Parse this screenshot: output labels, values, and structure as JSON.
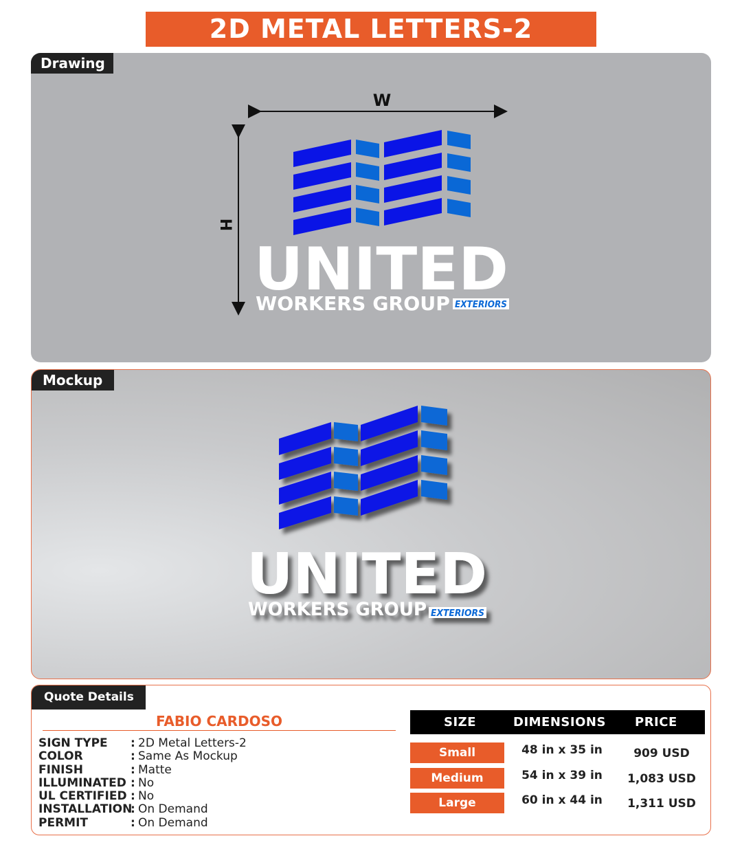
{
  "title": "2D METAL LETTERS-2",
  "drawing": {
    "tab_label": "Drawing",
    "width_label": "W",
    "height_label": "H",
    "logo": {
      "line1": "UNITED",
      "line2": "WORKERS GROUP",
      "tag": "EXTERIORS"
    }
  },
  "mockup": {
    "tab_label": "Mockup",
    "logo": {
      "line1": "UNITED",
      "line2": "WORKERS GROUP",
      "tag": "EXTERIORS"
    }
  },
  "quote": {
    "tab_label": "Quote Details",
    "customer_name": "FABIO CARDOSO",
    "details": [
      {
        "key": "SIGN TYPE",
        "value": "2D Metal Letters-2"
      },
      {
        "key": "COLOR",
        "value": "Same As Mockup"
      },
      {
        "key": "FINISH",
        "value": "Matte"
      },
      {
        "key": "ILLUMINATED",
        "value": "No"
      },
      {
        "key": "UL CERTIFIED",
        "value": "No"
      },
      {
        "key": "INSTALLATION",
        "value": "On Demand"
      },
      {
        "key": "PERMIT",
        "value": "On Demand"
      }
    ],
    "separator": ":",
    "table": {
      "headers": {
        "size": "SIZE",
        "dimensions": "DIMENSIONS",
        "price": "PRICE"
      },
      "rows": [
        {
          "size": "Small",
          "dimensions": "48 in x 35 in",
          "price": "909 USD"
        },
        {
          "size": "Medium",
          "dimensions": "54 in x 39 in",
          "price": "1,083 USD"
        },
        {
          "size": "Large",
          "dimensions": "60 in x 44 in",
          "price": "1,311 USD"
        }
      ]
    }
  },
  "colors": {
    "accent": "#e85c2a",
    "logo_blue": "#0a14e6",
    "logo_light_blue": "#0a68d6",
    "tab_dark": "#222222"
  }
}
